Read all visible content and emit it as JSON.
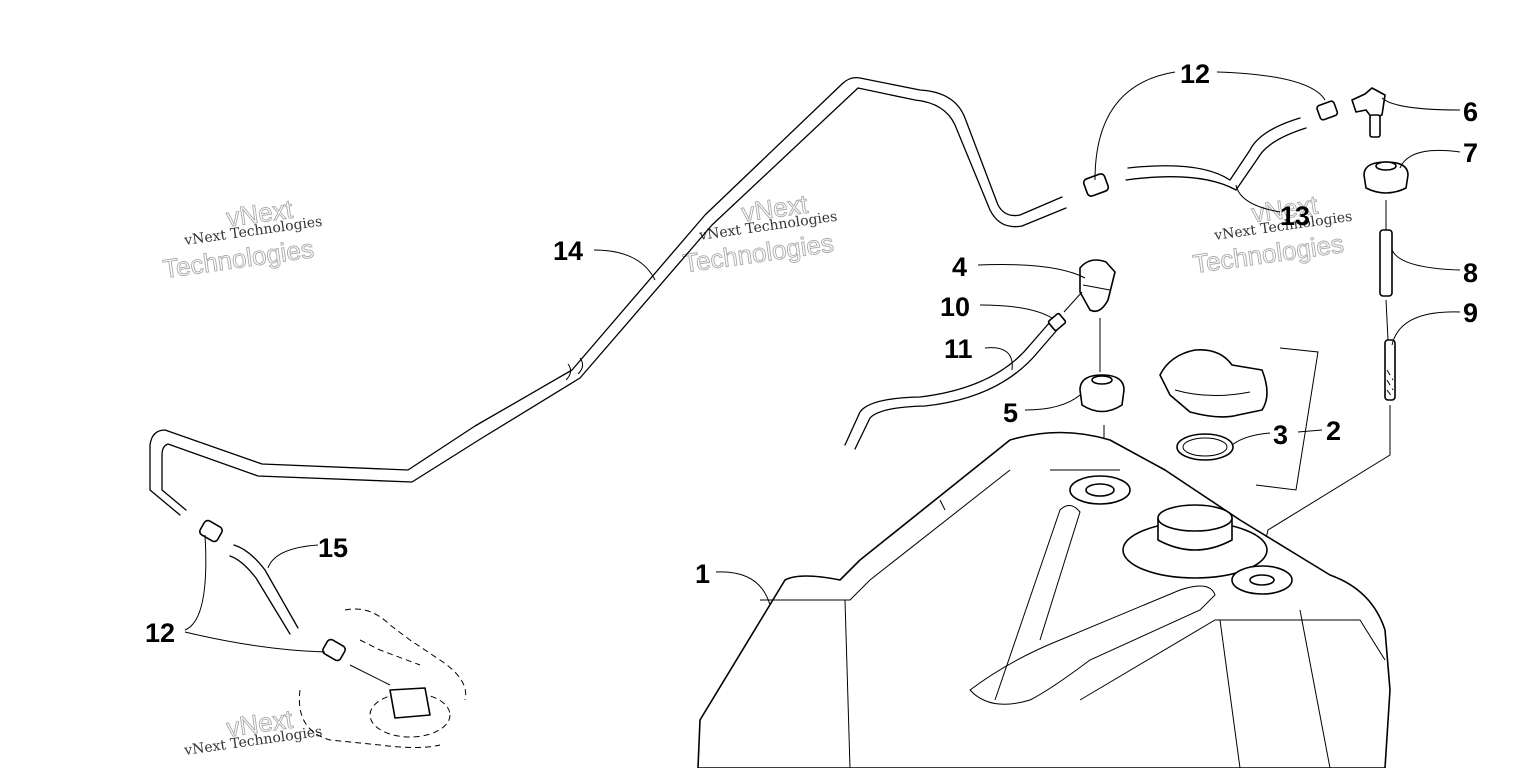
{
  "callouts": [
    {
      "label": "1"
    },
    {
      "label": "2"
    },
    {
      "label": "3"
    },
    {
      "label": "4"
    },
    {
      "label": "5"
    },
    {
      "label": "6"
    },
    {
      "label": "7"
    },
    {
      "label": "8"
    },
    {
      "label": "9"
    },
    {
      "label": "10"
    },
    {
      "label": "11"
    },
    {
      "label": "12"
    },
    {
      "label": "13"
    },
    {
      "label": "14"
    },
    {
      "label": "15"
    },
    {
      "label": "12"
    }
  ],
  "watermark": {
    "name_line": "vNext Technologies",
    "outline_top": "vNext",
    "outline_bottom": "Technologies"
  }
}
